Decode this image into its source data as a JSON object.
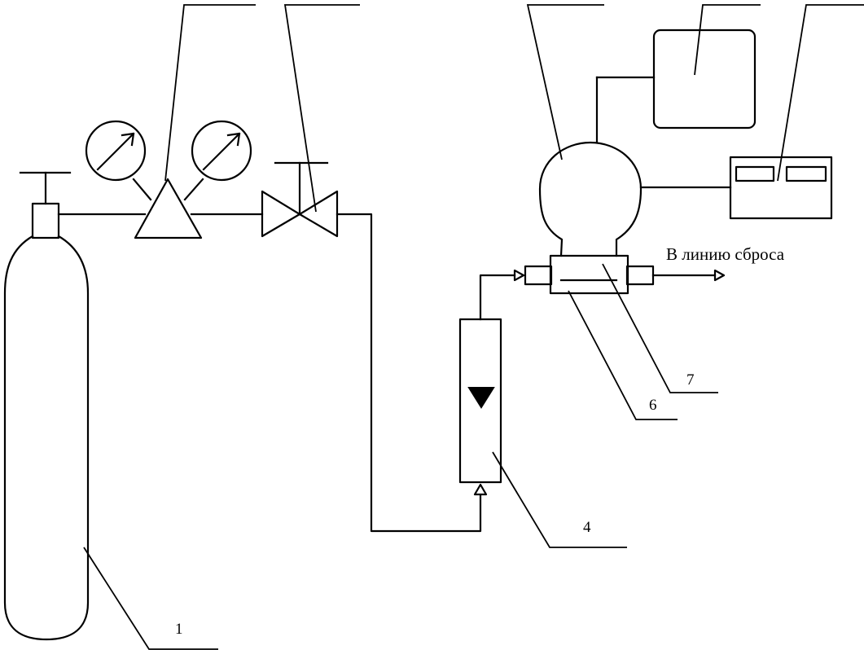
{
  "labels": {
    "cylinder": "1",
    "rotameter": "4",
    "cell": "6",
    "sensor": "7"
  },
  "annotations": {
    "exhaust": "В линию сброса"
  }
}
